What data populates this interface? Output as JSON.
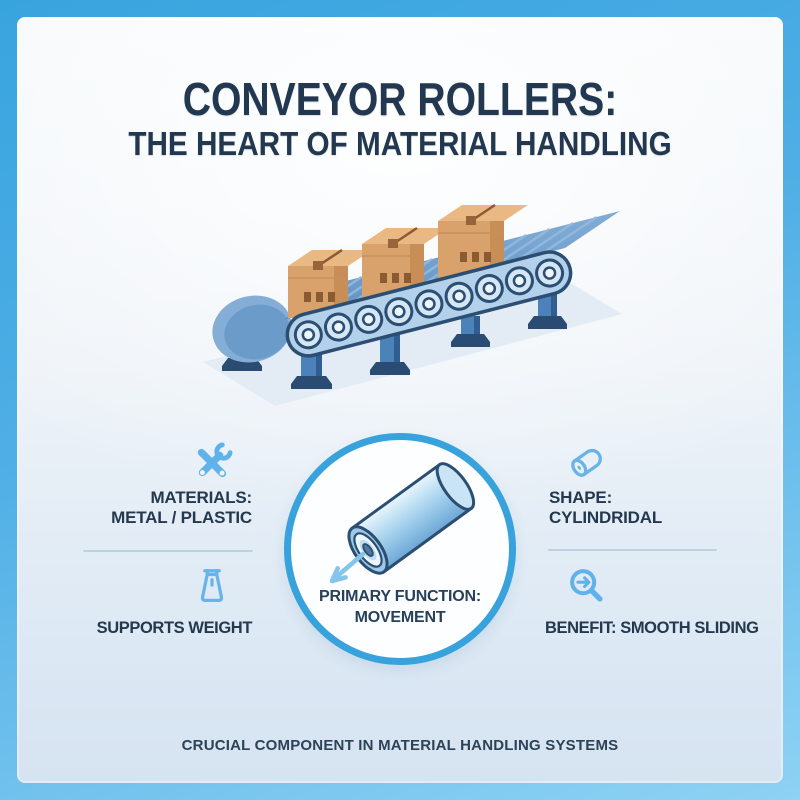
{
  "title": {
    "line1": "CONVEYOR ROLLERS:",
    "line2": "THE HEART OF MATERIAL HANDLING"
  },
  "illustration": {
    "name": "isometric conveyor belt with three cardboard boxes on rollers",
    "box_count": "3",
    "visible_roller_count": "9"
  },
  "center_badge": {
    "icon": "roller-cylinder-arrow-icon",
    "line1": "PRIMARY FUNCTION:",
    "line2": "MOVEMENT"
  },
  "features": [
    {
      "icon": "tools-icon",
      "line1": "MATERIALS:",
      "line2": "METAL / PLASTIC"
    },
    {
      "icon": "cylinder-icon",
      "line1": "SHAPE:",
      "line2": "CYLINDRIDAL"
    },
    {
      "icon": "weight-icon",
      "line1": "SUPPORTS WEIGHT",
      "line2": ""
    },
    {
      "icon": "magnifier-arrow-icon",
      "line1": "BENEFIT: SMOOTH SLIDING",
      "line2": ""
    }
  ],
  "footer": {
    "caption": "CRUCIAL COMPONENT IN MATERIAL HANDLING SYSTEMS"
  },
  "colors": {
    "frame_top": "#3fa9e0",
    "frame_bottom": "#8bd0f3",
    "accent_ring_blue": "#38a2dc",
    "icon_blue": "#5fb2ea",
    "heading_navy": "#22384e",
    "belt_blue": "#74a3cf",
    "belt_outline_navy": "#2b4e72",
    "box_tan": "#d9a26c",
    "shadow_blue": "#e3ebf4"
  }
}
